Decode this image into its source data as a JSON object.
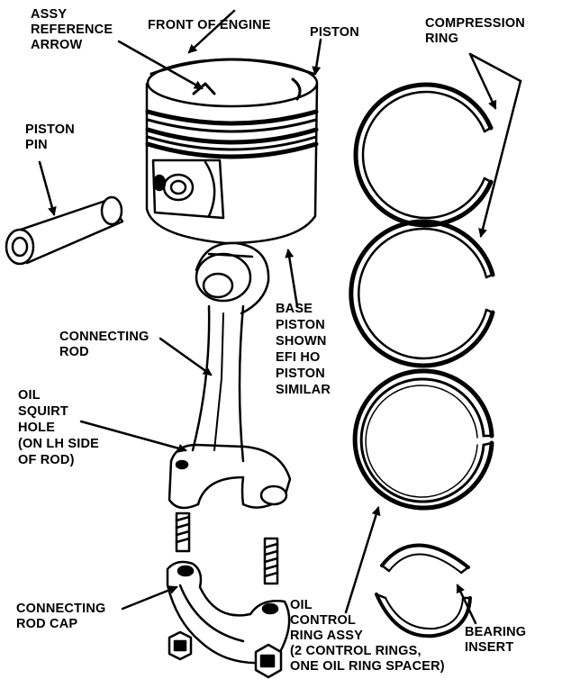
{
  "labels": {
    "assy_reference_arrow": [
      "ASSY",
      "REFERENCE",
      "ARROW"
    ],
    "front_of_engine": [
      "FRONT OF ENGINE"
    ],
    "piston": [
      "PISTON"
    ],
    "compression_ring": [
      "COMPRESSION",
      "RING"
    ],
    "piston_pin": [
      "PISTON",
      "PIN"
    ],
    "base_piston": [
      "BASE",
      "PISTON",
      "SHOWN",
      "EFI HO",
      "PISTON",
      "SIMILAR"
    ],
    "connecting_rod": [
      "CONNECTING",
      "ROD"
    ],
    "oil_squirt_hole": [
      "OIL",
      "SQUIRT",
      "HOLE",
      "(ON LH SIDE",
      "OF ROD)"
    ],
    "connecting_rod_cap": [
      "CONNECTING",
      "ROD CAP"
    ],
    "oil_control_ring": [
      "OIL",
      "CONTROL",
      "RING ASSY",
      "(2 CONTROL RINGS,",
      "ONE OIL RING SPACER)"
    ],
    "bearing_insert": [
      "BEARING",
      "INSERT"
    ]
  }
}
